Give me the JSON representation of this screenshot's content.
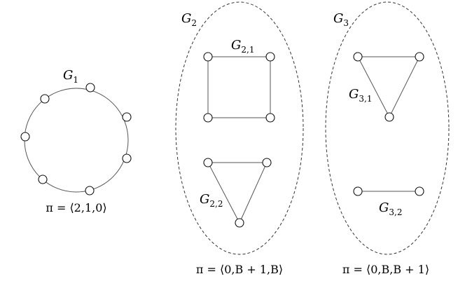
{
  "graphs": {
    "g1": {
      "name": "G",
      "sub": "1",
      "caption": "π = ⟨2,1,0⟩"
    },
    "g2": {
      "name": "G",
      "sub": "2",
      "caption": "π = ⟨0,B + 1,B⟩",
      "components": [
        {
          "name": "G",
          "sub": "2,1"
        },
        {
          "name": "G",
          "sub": "2,2"
        }
      ]
    },
    "g3": {
      "name": "G",
      "sub": "3",
      "caption": "π = ⟨0,B,B + 1⟩",
      "components": [
        {
          "name": "G",
          "sub": "3,1"
        },
        {
          "name": "G",
          "sub": "3,2"
        }
      ]
    }
  }
}
